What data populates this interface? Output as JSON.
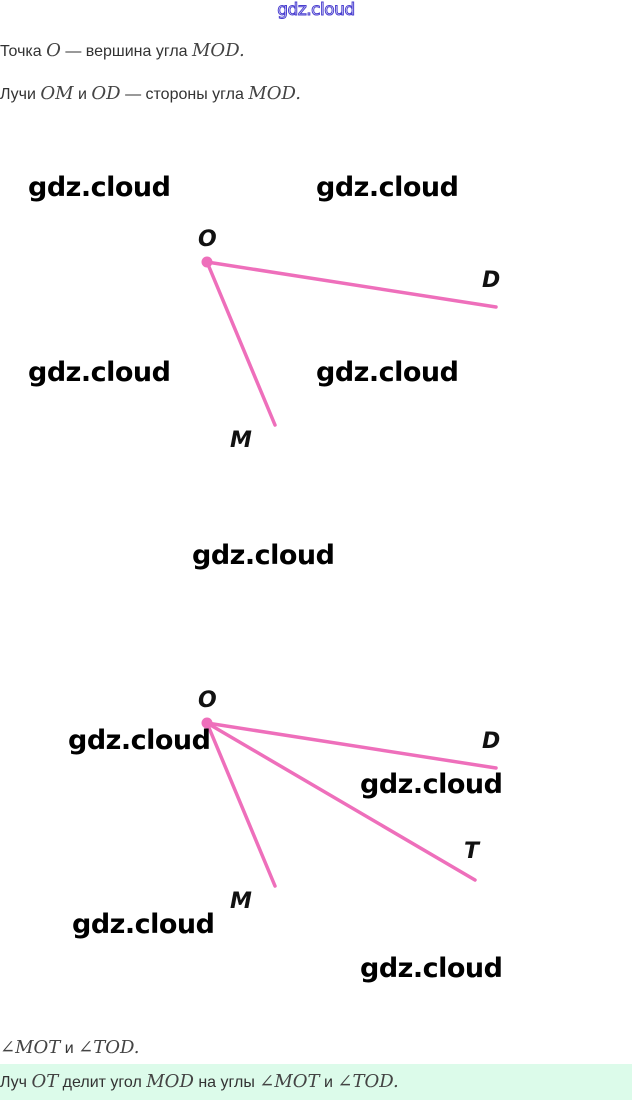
{
  "top_watermark": "gdz.cloud",
  "lines": {
    "l1": {
      "pre": "Точка ",
      "m1": "O",
      "mid": " — вершина угла ",
      "m2": "MOD",
      "end": "."
    },
    "l2": {
      "pre": "Лучи ",
      "m1": "OM",
      "mid": " и ",
      "m2": "OD",
      "mid2": " — стороны угла ",
      "m3": "MOD",
      "end": "."
    },
    "l3": {
      "m1": "∠MOT",
      "mid": " и ",
      "m2": "∠TOD",
      "end": "."
    }
  },
  "callout": {
    "pre": "Луч ",
    "m1": "OT",
    "mid": " делит угол ",
    "m2": "MOD",
    "mid2": " на углы ",
    "m3": "∠MOT",
    "mid3": " и ",
    "m4": "∠TOD",
    "end": "."
  },
  "watermark_text": "gdz.cloud",
  "diagram1": {
    "labels": {
      "O": "O",
      "D": "D",
      "M": "M"
    }
  },
  "diagram2": {
    "labels": {
      "O": "O",
      "D": "D",
      "M": "M",
      "T": "T"
    }
  },
  "colors": {
    "ray": "#ee6fbb",
    "callout_bg": "#dcfbea",
    "top_watermark": "#4a3fd0"
  }
}
